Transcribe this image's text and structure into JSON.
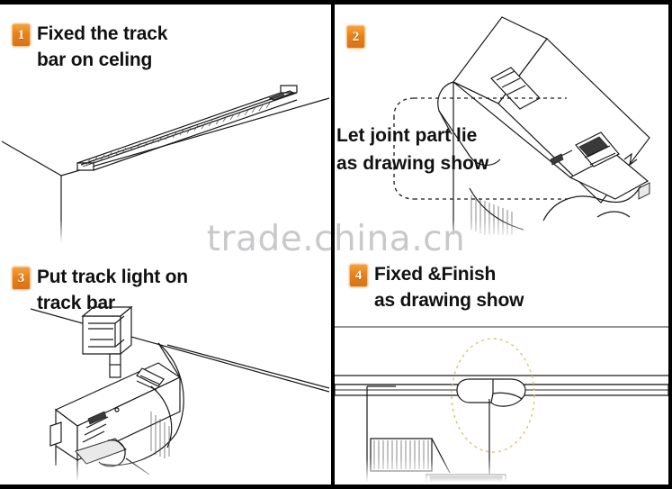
{
  "document": {
    "title": "Track Light Installation Instructions",
    "watermark": "trade.china.cn",
    "background_color": "#ffffff",
    "border_color": "#000000",
    "badge_color": "#e8811a",
    "text_color": "#111111",
    "watermark_color": "#c9c9cc"
  },
  "steps": [
    {
      "number": "1",
      "line1": "Fixed the track",
      "line2": "bar on celing",
      "illustration": "ceiling-corner-with-track-bar"
    },
    {
      "number": "2",
      "line1": "Let joint part lie",
      "line2": "as drawing show",
      "illustration": "track-light-joint-part-closeup"
    },
    {
      "number": "3",
      "line1": "Put track light  on",
      "line2": "track bar",
      "illustration": "track-light-mounted-on-bar"
    },
    {
      "number": "4",
      "line1": "Fixed &Finish",
      "line2": "as drawing show",
      "illustration": "finished-installation-side-view"
    }
  ]
}
